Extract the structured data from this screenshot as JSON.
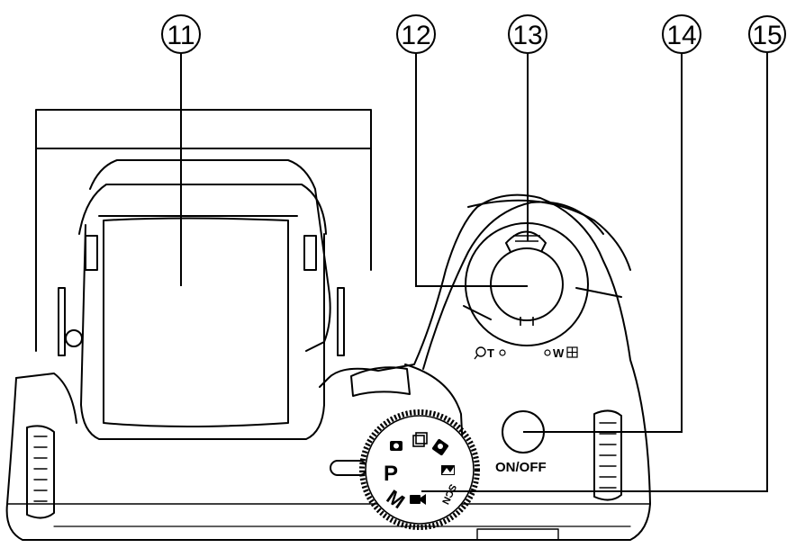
{
  "callouts": [
    {
      "id": "callout-11",
      "number": "11"
    },
    {
      "id": "callout-12",
      "number": "12"
    },
    {
      "id": "callout-13",
      "number": "13"
    },
    {
      "id": "callout-14",
      "number": "14"
    },
    {
      "id": "callout-15",
      "number": "15"
    }
  ],
  "labels": {
    "power_button": "ON/OFF",
    "zoom_tele": "T",
    "zoom_wide": "W",
    "mode_program": "P",
    "mode_manual": "M",
    "mode_scene": "SCN"
  },
  "icons": {
    "zoom_tele_icon": "magnifier-icon",
    "zoom_wide_icon": "grid-icon"
  }
}
